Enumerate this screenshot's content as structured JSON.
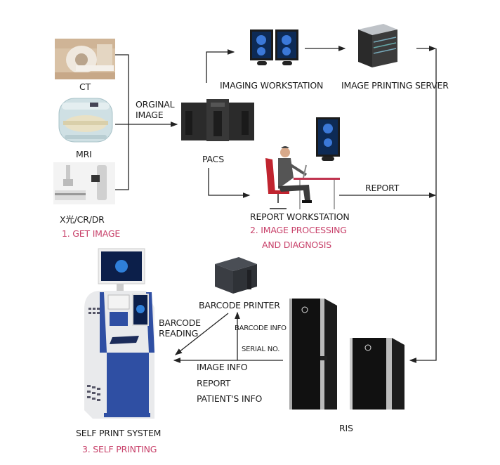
{
  "title": "Self-service medical film & report printing workflow",
  "colors": {
    "step_label": "#c8416a",
    "text": "#1c1c1c",
    "line": "#222222",
    "kiosk_blue": "#2f4fa3"
  },
  "devices": {
    "ct": "CT",
    "mri": "MRI",
    "xray": "X光/CR/DR",
    "pacs": "PACS",
    "imaging_workstation": "IMAGING WORKSTATION",
    "image_printing_server": "IMAGE PRINTING SERVER",
    "report_workstation": "REPORT WORKSTATION",
    "barcode_printer": "BARCODE PRINTER",
    "ris": "RIS",
    "self_print_system": "SELF PRINT SYSTEM"
  },
  "steps": {
    "step1": "1. GET IMAGE",
    "step2_line1": "2. IMAGE PROCESSING",
    "step2_line2": "AND DIAGNOSIS",
    "step3": "3. SELF PRINTING"
  },
  "flows": {
    "original_image_line1": "ORGINAL",
    "original_image_line2": "IMAGE",
    "report": "REPORT",
    "barcode_reading_line1": "BARCODE",
    "barcode_reading_line2": "READING",
    "barcode_info": "BARCODE INFO",
    "serial_no": "SERIAL NO.",
    "image_info": "IMAGE INFO",
    "report_info": "REPORT",
    "patients_info": "PATIENT'S INFO"
  },
  "icons": {
    "ct": "ct-scanner-icon",
    "mri": "mri-scanner-icon",
    "xray": "xray-machine-icon",
    "pacs": "server-towers-icon",
    "imaging_workstation": "dual-monitor-icon",
    "image_printing_server": "server-icon",
    "report_workstation": "doctor-at-desk-icon",
    "barcode_printer": "label-printer-icon",
    "ris": "server-rack-icon",
    "self_print_system": "kiosk-icon"
  }
}
